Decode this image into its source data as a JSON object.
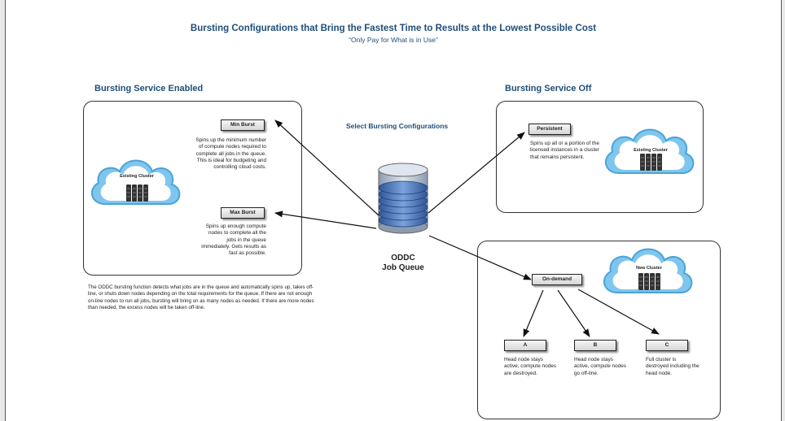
{
  "header": {
    "title": "Bursting Configurations that Bring the Fastest Time to Results at the Lowest Possible Cost",
    "subtitle": "“Only Pay for What is in Use”"
  },
  "left_section": {
    "heading": "Bursting Service Enabled",
    "cloud_label": "Existing Cluster",
    "min_burst": {
      "label": "Min Burst",
      "description": "Spins up the minimum number of compute nodes required to complete all jobs in the queue. This is ideal for budgeting and controlling cloud costs."
    },
    "max_burst": {
      "label": "Max Burst",
      "description": "Spins up enough compute nodes to complete all the jobs in the queue immediately. Gets results as fast as possible."
    }
  },
  "center": {
    "select_label": "Select Bursting Configurations",
    "queue_label_line1": "ODDC",
    "queue_label_line2": "Job Queue"
  },
  "right_section": {
    "heading": "Bursting Service Off",
    "persistent": {
      "label": "Persistent",
      "description": "Spins up all or a portion of the licensed instances in a cluster that remains persistent.",
      "cloud_label": "Existing Cluster"
    },
    "on_demand": {
      "label": "On-demand",
      "cloud_label": "New Cluster",
      "options": [
        {
          "label": "A",
          "description": "Head node stays active, compute nodes are destroyed."
        },
        {
          "label": "B",
          "description": "Head node stays active, compute nodes go off-line."
        },
        {
          "label": "C",
          "description": "Full cluster is destroyed including the head node."
        }
      ]
    }
  },
  "footnote": "The ODDC bursting function detects what jobs are in the queue and automatically spins up, takes off-line, or shuts down nodes depending on the total requirements for the queue. If there are not enough on-line nodes to run all jobs, bursting will bring on as many nodes as needed. If there are more nodes than needed, the excess nodes will be taken off-line.",
  "colors": {
    "heading": "#1f4e79",
    "cloud_fill": "#7fc6ee",
    "queue_blue": "#3f6fb5"
  }
}
